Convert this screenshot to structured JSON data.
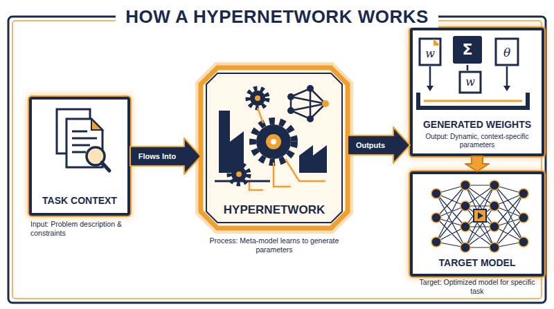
{
  "diagram": {
    "title": "HOW A HYPERNETWORK WORKS",
    "nodes": [
      {
        "text": [
          "TASK CONTEXT",
          "Input: Problem description & constraints"
        ]
      },
      {
        "text": [
          "HYPERNETWORK",
          "Process: Meta-model learns to generate parameters"
        ]
      },
      {
        "text": [
          "GENERATED WEIGHTS",
          "Output: Dynamic, context-specific parameters"
        ]
      },
      {
        "text": [
          "TARGET MODEL",
          "Target: Optimized model for specific task"
        ]
      }
    ],
    "edges": [
      {
        "from": 0,
        "to": 1,
        "label": "Flows Into",
        "arrow": "to"
      },
      {
        "from": 1,
        "to": 2,
        "label": "Outputs",
        "arrow": "to"
      },
      {
        "from": 2,
        "to": 3,
        "arrow": "to"
      }
    ],
    "labels": [
      "w",
      "Σ",
      "θ",
      "w"
    ]
  }
}
